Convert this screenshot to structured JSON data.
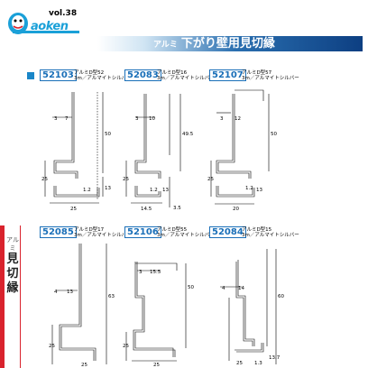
{
  "header": {
    "logo_text": "aoken",
    "volume": "vol.38",
    "title_prefix": "アルミ",
    "title": "下がり壁用見切縁"
  },
  "side_tab": {
    "category": "アルミ",
    "section_line1": "見",
    "section_line2": "切",
    "section_line3": "縁"
  },
  "products": [
    {
      "code": "52103",
      "name": "アルミD型52",
      "spec": "3m／アルマイトシルバー",
      "dims": {
        "a": "3",
        "b": "7",
        "height": "50",
        "base_h": "25",
        "lip": "1.2",
        "c": "13",
        "width": "25"
      }
    },
    {
      "code": "52083",
      "name": "アルミD型16",
      "spec": "3m／アルマイトシルバー",
      "dims": {
        "a": "3",
        "b": "10",
        "height": "49.5",
        "base_h": "25",
        "lip": "1.2",
        "c": "13",
        "width": "14.5",
        "d": "3.5"
      }
    },
    {
      "code": "52107",
      "name": "アルミD型57",
      "spec": "3m／アルマイトシルバー",
      "dims": {
        "a": "3",
        "b": "12",
        "height": "50",
        "base_h": "25",
        "lip": "1.2",
        "c": "13",
        "width": "20"
      }
    },
    {
      "code": "52085",
      "name": "アルミD型17",
      "spec": "3m／アルマイトシルバー",
      "dims": {
        "a": "4",
        "b": "13",
        "height": "63",
        "base_h": "25",
        "width": "25"
      }
    },
    {
      "code": "52106",
      "name": "アルミD型55",
      "spec": "3m／アルマイトシルバー",
      "dims": {
        "a": "3",
        "b": "15.5",
        "height": "50",
        "base_h": "25",
        "width": "25"
      }
    },
    {
      "code": "52084",
      "name": "アルミD型15",
      "spec": "3m／アルマイトシルバー",
      "dims": {
        "a": "4",
        "b": "14",
        "height": "60",
        "lip": "1.3",
        "width": "25",
        "d": "13.7"
      }
    }
  ]
}
